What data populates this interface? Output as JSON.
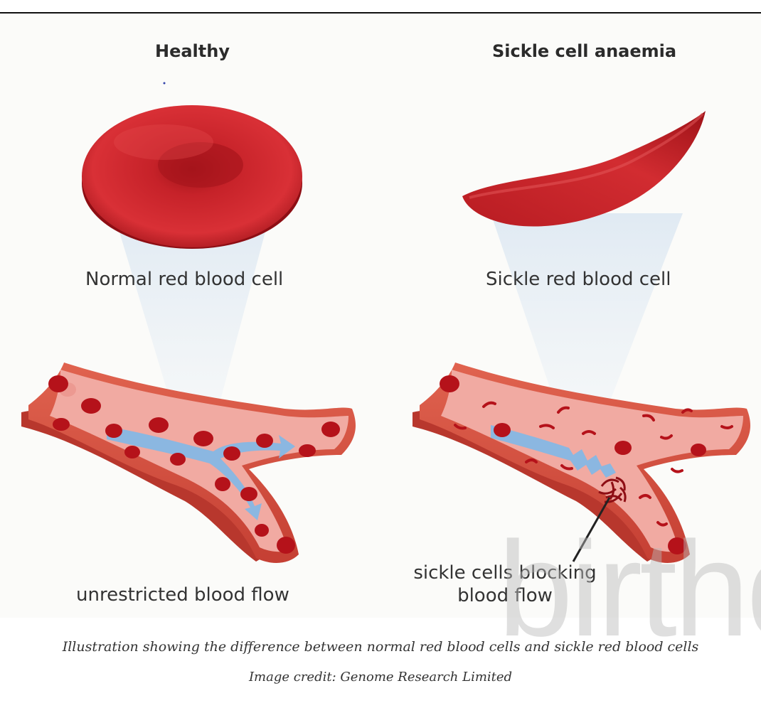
{
  "healthy": {
    "heading": "Healthy",
    "cell_label": "Normal red blood cell",
    "flow_label": "unrestricted blood flow"
  },
  "sickle": {
    "heading": "Sickle cell anaemia",
    "cell_label": "Sickle red blood cell",
    "flow_label_line1": "sickle cells blocking",
    "flow_label_line2": "blood flow"
  },
  "caption": {
    "line1": "Illustration showing the difference between normal red blood cells and sickle red blood cells",
    "line2": "Image credit: Genome Research Limited"
  },
  "colors": {
    "cell_red": "#c8242a",
    "cell_dark": "#8e0e14",
    "vessel_outer": "#d9554a",
    "vessel_inner": "#f3b2ab",
    "flow_arrow": "#7fb8e8",
    "beam": "#e4ecf4"
  }
}
